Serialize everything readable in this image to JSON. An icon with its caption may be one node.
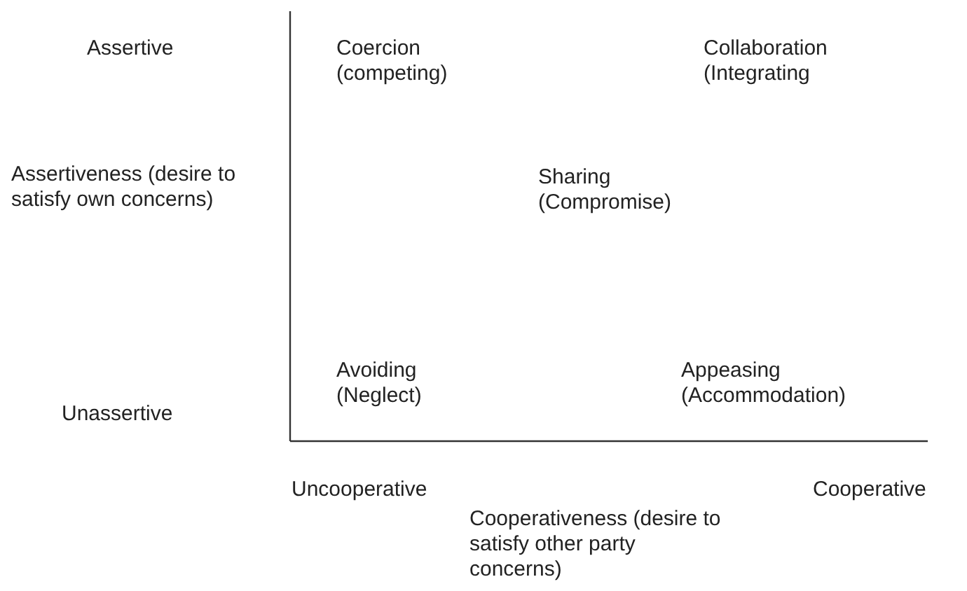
{
  "diagram": {
    "labels": [
      "Assertive",
      "Coercion (competing)",
      "Collaboration (Integrating",
      "Assertiveness (desire to satisfy own concerns)",
      "Sharing (Compromise)",
      "Avoiding (Neglect)",
      "Appeasing (Accommodation)",
      "Unassertive",
      "Uncooperative",
      "Cooperative",
      "Cooperativeness (desire to satisfy other party concerns)"
    ]
  }
}
